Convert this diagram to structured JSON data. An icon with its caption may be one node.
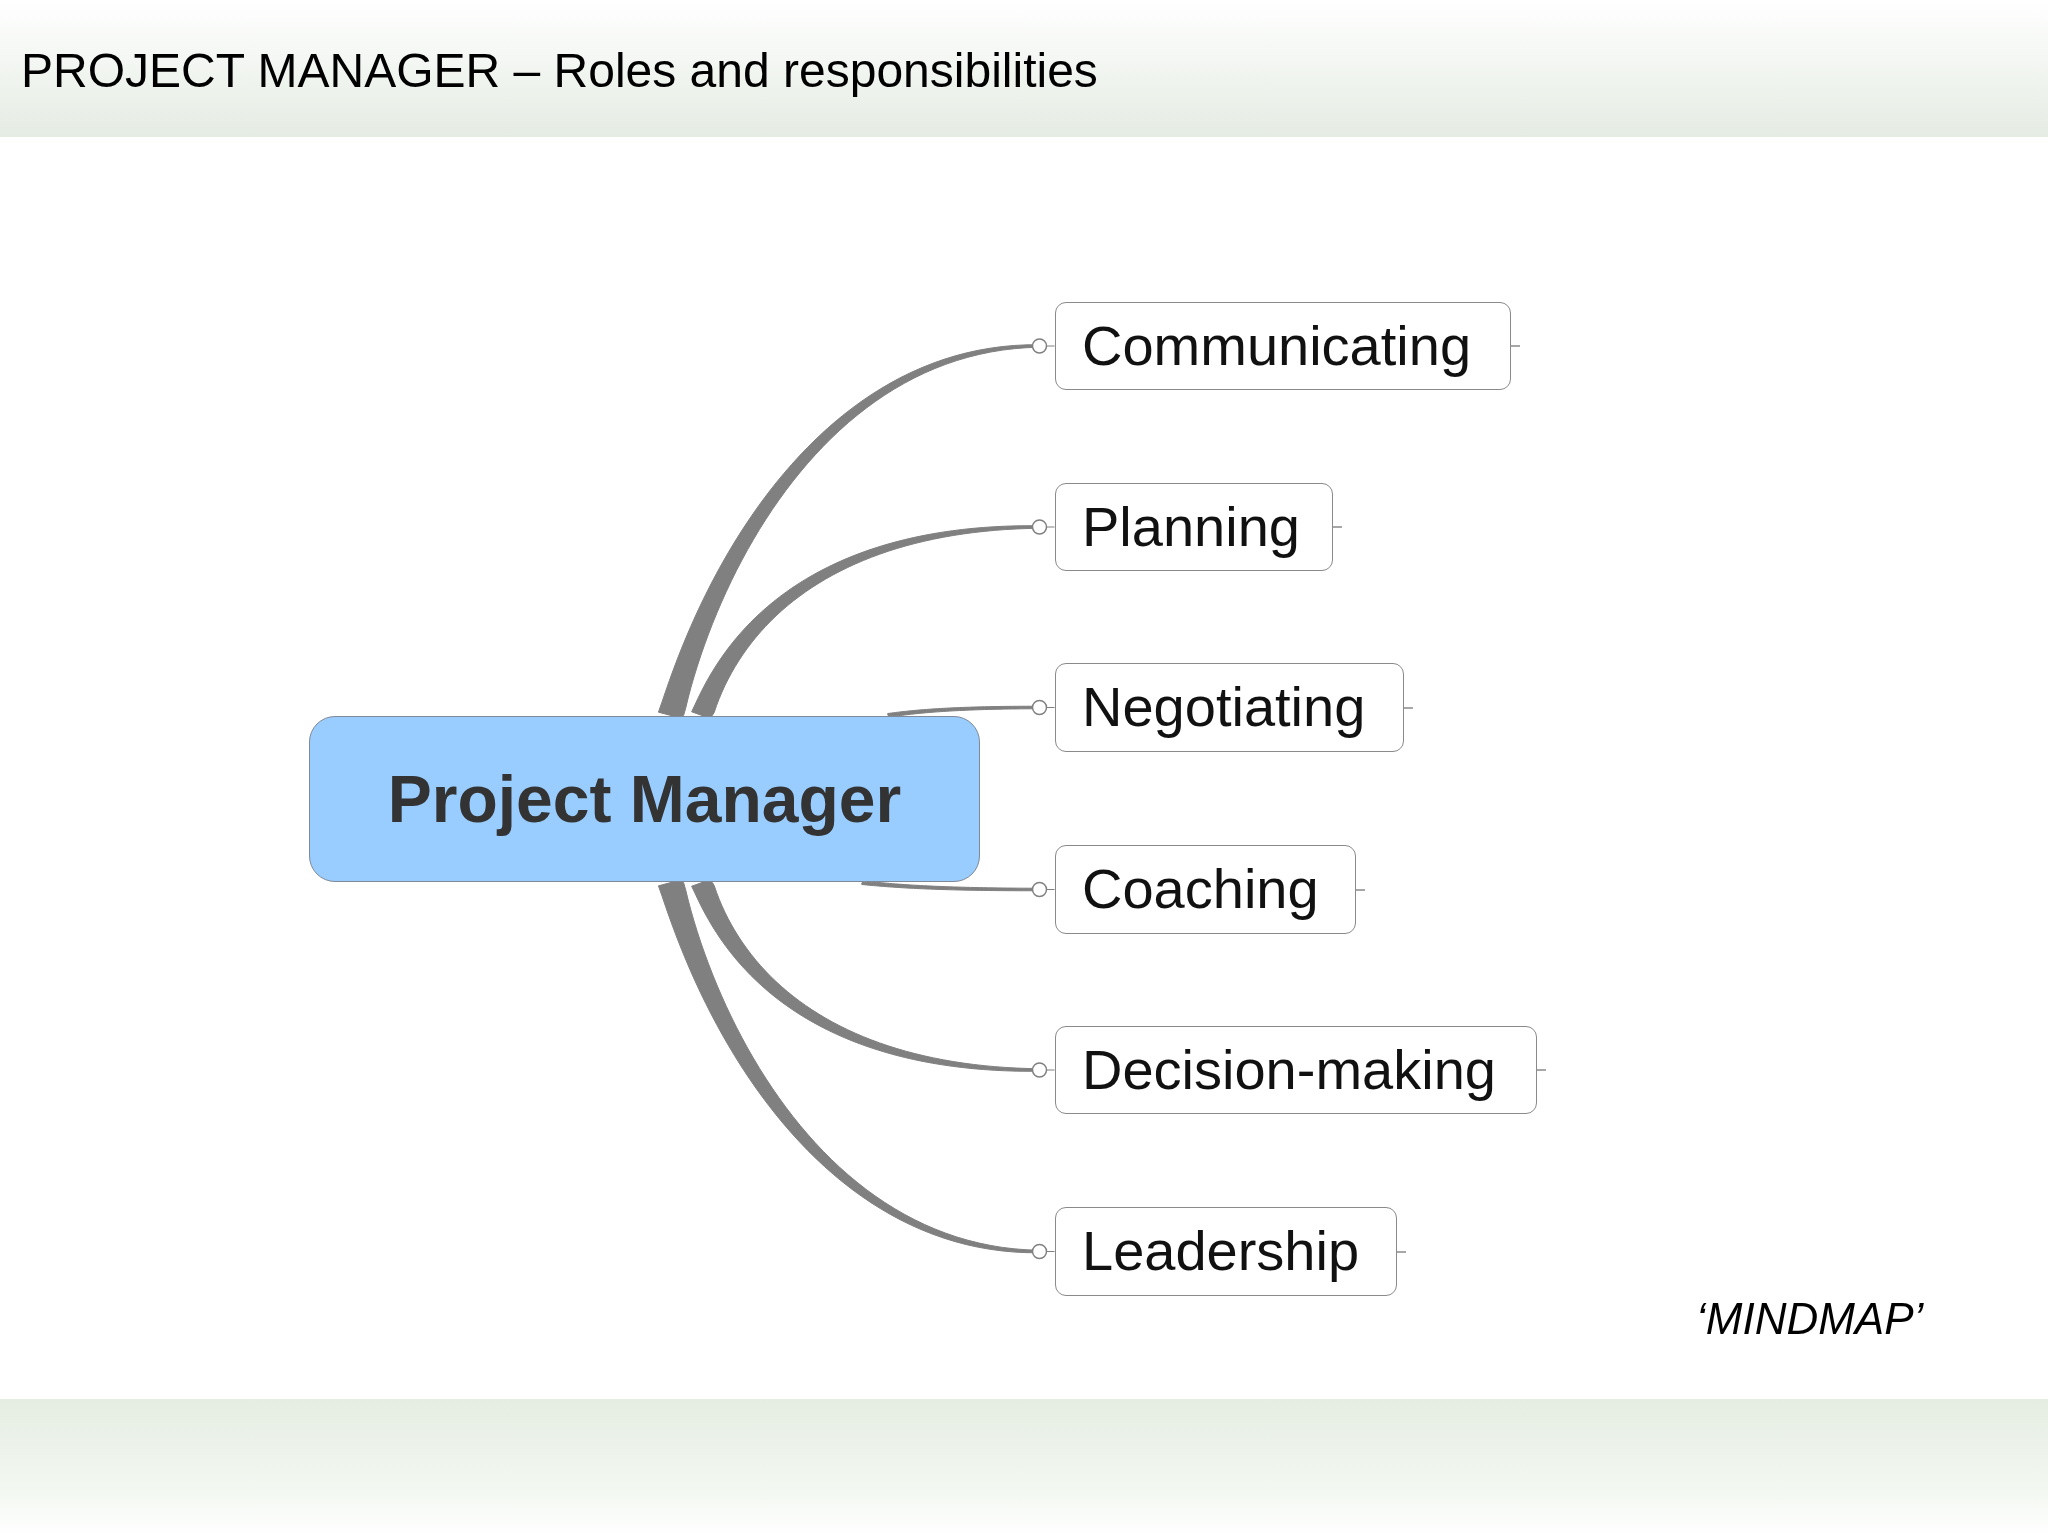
{
  "diagram": {
    "title": "PROJECT MANAGER – Roles and responsibilities",
    "nodes": [
      {
        "text": [
          "Project Manager"
        ]
      },
      {
        "text": [
          "Communicating"
        ]
      },
      {
        "text": [
          "Planning"
        ]
      },
      {
        "text": [
          "Negotiating"
        ]
      },
      {
        "text": [
          "Coaching"
        ]
      },
      {
        "text": [
          "Decision-making"
        ]
      },
      {
        "text": [
          "Leadership"
        ]
      }
    ],
    "edges": [
      {
        "from": 0,
        "to": 1,
        "arrow": "other"
      },
      {
        "from": 0,
        "to": 2,
        "arrow": "other"
      },
      {
        "from": 0,
        "to": 3,
        "arrow": "other"
      },
      {
        "from": 0,
        "to": 4,
        "arrow": "other"
      },
      {
        "from": 0,
        "to": 5,
        "arrow": "other"
      },
      {
        "from": 0,
        "to": 6,
        "arrow": "other"
      }
    ],
    "labels": [
      "‘MINDMAP’"
    ]
  }
}
